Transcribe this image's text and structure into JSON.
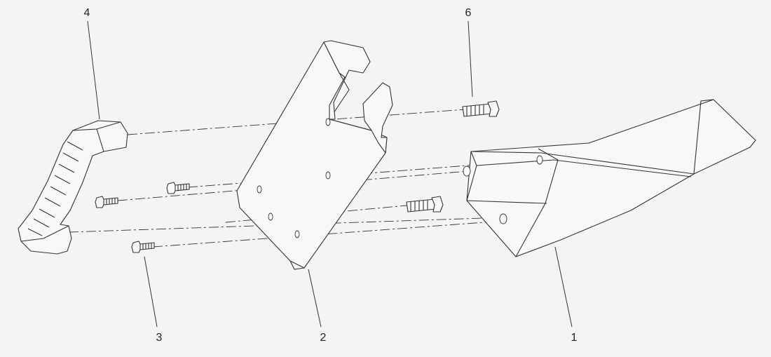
{
  "diagram": {
    "type": "exploded-parts-view",
    "callouts": [
      {
        "id": "1",
        "label": "1"
      },
      {
        "id": "2",
        "label": "2"
      },
      {
        "id": "3",
        "label": "3"
      },
      {
        "id": "4",
        "label": "4"
      },
      {
        "id": "6",
        "label": "6"
      }
    ]
  },
  "colors": {
    "background": "#f4f4f2",
    "line": "#333333",
    "part_fill": "#f8f8f6"
  }
}
